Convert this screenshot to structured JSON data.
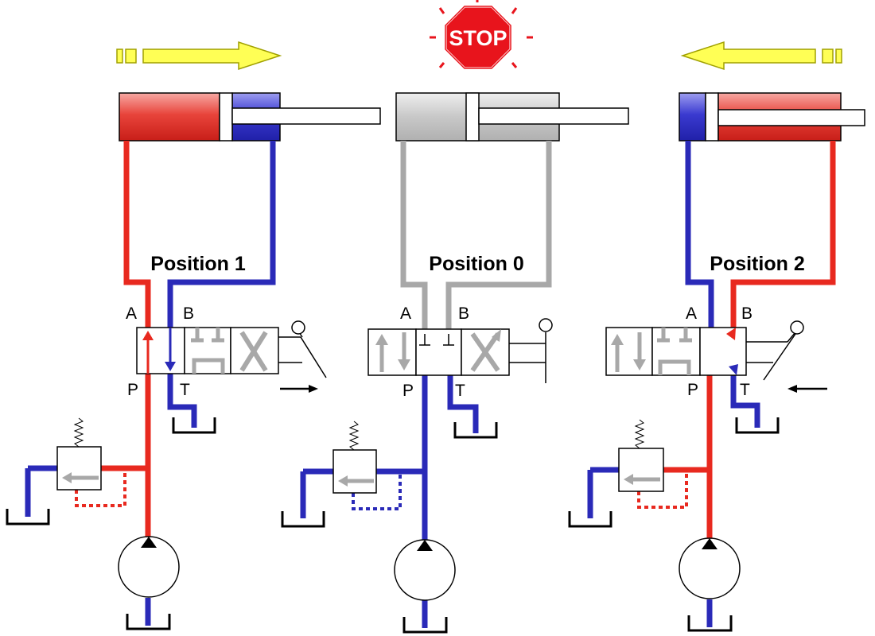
{
  "diagram": {
    "stop_sign": {
      "text": "STOP",
      "color": "#e8141c"
    },
    "colors": {
      "pressure": "#e8291f",
      "return": "#2a2ab8",
      "idle": "#a8a8a8",
      "arrow_fill": "#ffff55",
      "arrow_stroke": "#a0a000"
    },
    "panels": [
      {
        "id": "p1",
        "title": "Position 1",
        "ports": {
          "a": "A",
          "b": "B",
          "p": "P",
          "t": "T"
        },
        "motion": "extend"
      },
      {
        "id": "p0",
        "title": "Position 0",
        "ports": {
          "a": "A",
          "b": "B",
          "p": "P",
          "t": "T"
        },
        "motion": "stop"
      },
      {
        "id": "p2",
        "title": "Position 2",
        "ports": {
          "a": "A",
          "b": "B",
          "p": "P",
          "t": "T"
        },
        "motion": "retract"
      }
    ]
  }
}
